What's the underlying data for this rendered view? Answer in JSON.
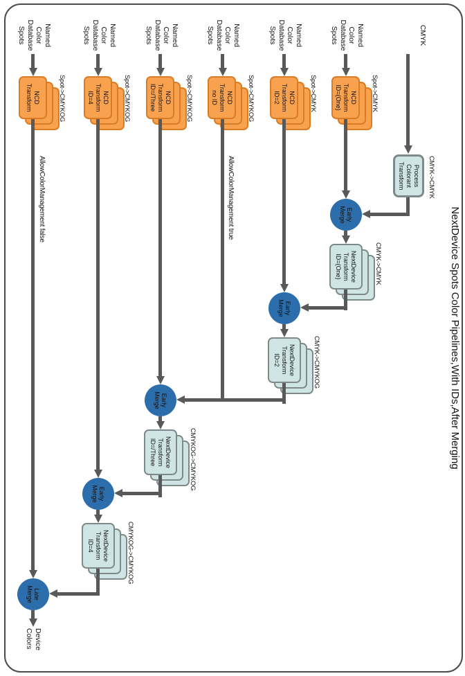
{
  "title": "NextDevice Spots Color Pipelines,With IDs,After Merging",
  "colors": {
    "orange_fill": "#F8A14E",
    "orange_border": "#DB7C24",
    "blue_fill": "#CFE5E4",
    "blue_border": "#7E8A8A",
    "merge_fill": "#2C6DAB",
    "line_color": "#595959",
    "frame_color": "#4A4A4A",
    "text_color": "#111111"
  },
  "rows": [
    {
      "source": "CMYK",
      "process": {
        "name": "Process\nColorant\nTransform",
        "io_label": "CMYK->CMYK"
      }
    },
    {
      "source": "Named\nColor\nDatabase\nSpots",
      "ncd": {
        "name": "NCD\nTransform\nID=(One)",
        "io_label": "Spot->CMYK"
      },
      "merge": "Early\nMerge",
      "next_device": {
        "name": "NextDevice\nTransform\nID=(One)",
        "io_label": "CMYK->CMYK"
      }
    },
    {
      "source": "Named\nColor\nDatabase\nSpots",
      "ncd": {
        "name": "NCD\nTransform\nID=2",
        "io_label": "Spot->CMYK"
      },
      "merge": "Early\nMerge",
      "next_device": {
        "name": "NextDevice\nTransform\nID=2",
        "io_label": "CMYK->CMYKOG"
      }
    },
    {
      "source": "Named\nColor\nDatabase\nSpots",
      "ncd": {
        "name": "NCD\nTransform\nno ID",
        "io_label": "Spot->CMYKOG"
      },
      "bypass_label": "AllowColorManagement true"
    },
    {
      "source": "Named\nColor\nDatabase\nSpots",
      "ncd": {
        "name": "NCD\nTransform\nID=/Three",
        "io_label": "Spot->CMYKOG"
      },
      "merge": "Early\nMerge",
      "next_device": {
        "name": "NextDevice\nTransform\nID=/Three",
        "io_label": "CMYKOG->CMYKOG"
      }
    },
    {
      "source": "Named\nColor\nDatabase\nSpots",
      "ncd": {
        "name": "NCD\nTransform\nID=4",
        "io_label": "Spot->CMYKOG"
      },
      "merge": "Early\nMerge",
      "next_device": {
        "name": "NextDevice\nTransform\nID=4",
        "io_label": "CMYKOG->CMYKOG"
      }
    },
    {
      "source": "Named\nColor\nDatabase\nSpots",
      "ncd": {
        "name": "NCD\nTransform",
        "io_label": "Spot->CMYKOG"
      },
      "bypass_label": "AllowColorManagement false",
      "merge": "Late\nMerge",
      "output": "Device\nColors"
    }
  ]
}
